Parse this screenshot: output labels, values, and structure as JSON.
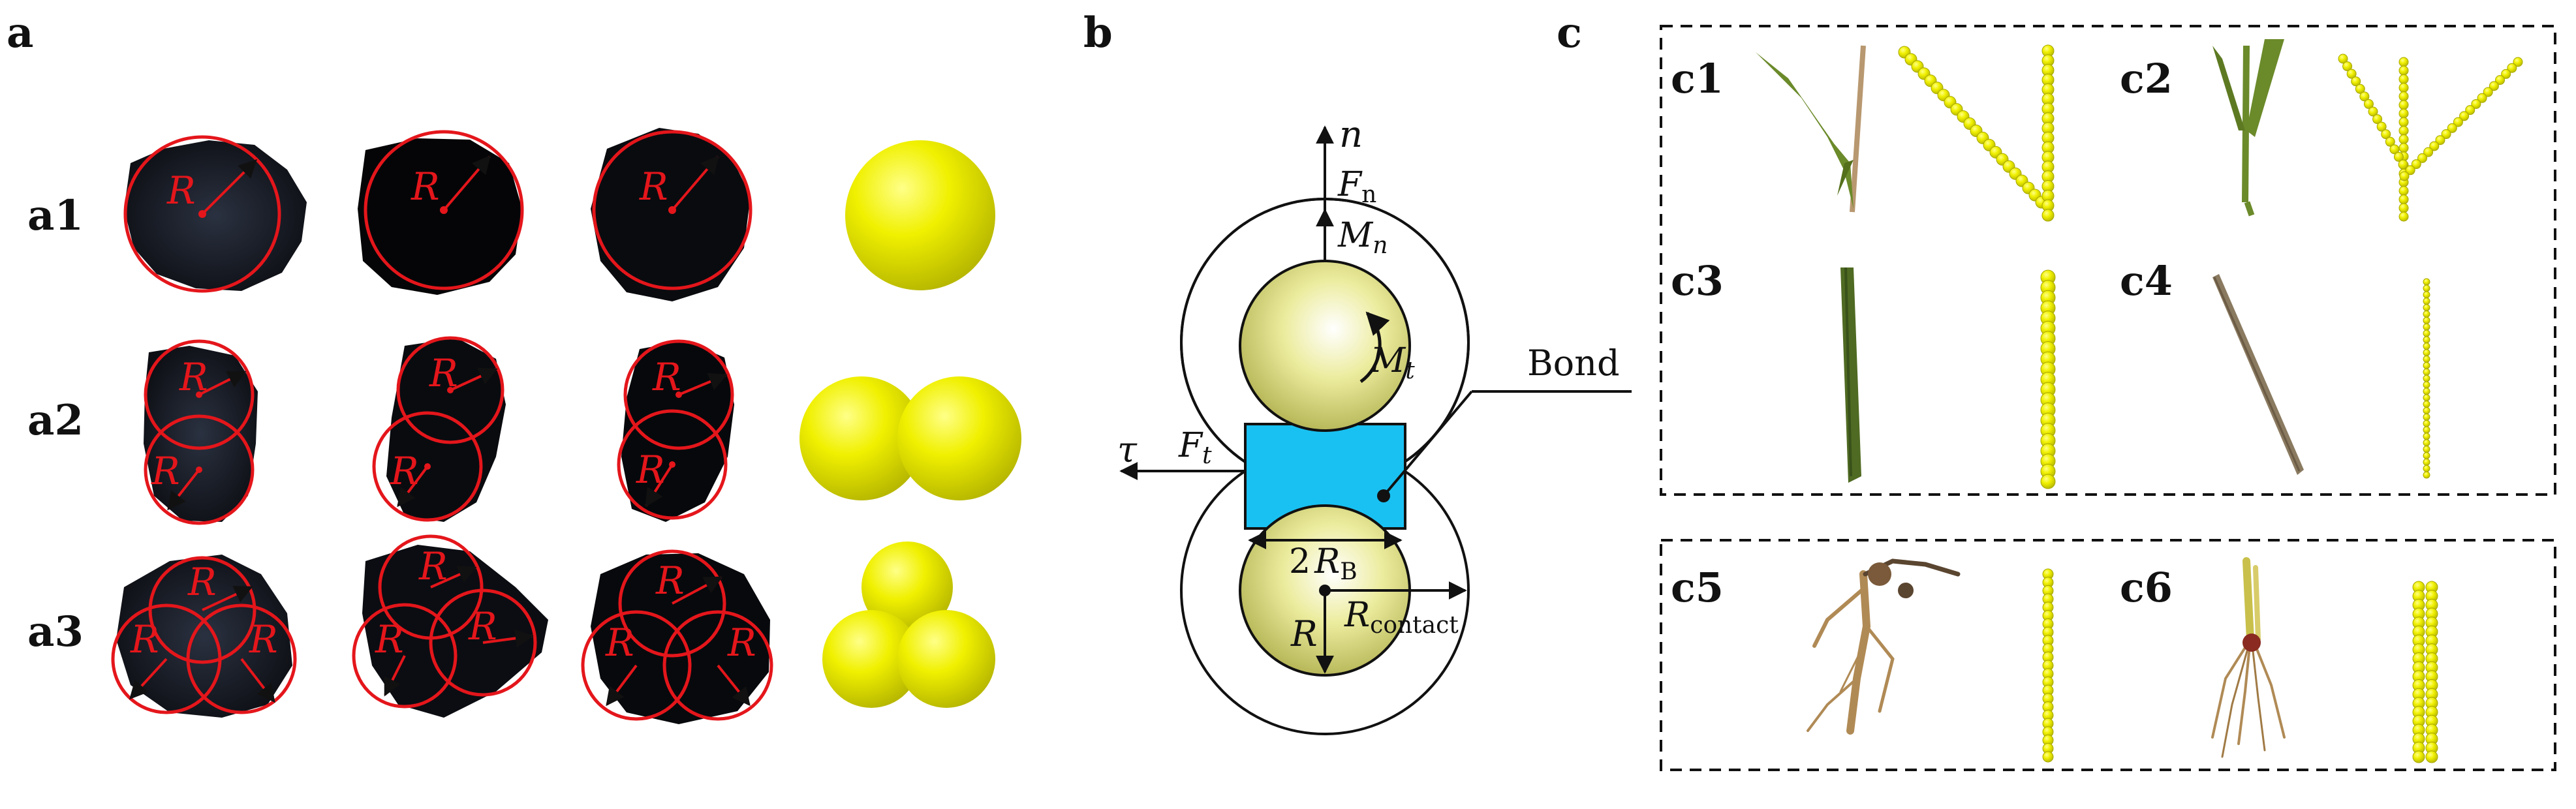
{
  "panels": {
    "a": {
      "letter": "a",
      "rows": [
        "a1",
        "a2",
        "a3"
      ],
      "radius_label": "R"
    },
    "b": {
      "letter": "b",
      "labels": {
        "n": "n",
        "Fn": "F",
        "Fn_sub": "n",
        "Mn": "M",
        "Mn_sub": "n",
        "Mt": "M",
        "Mt_sub": "t",
        "tau": "τ",
        "Ft": "F",
        "Ft_sub": "t",
        "bond": "Bond",
        "two": "2",
        "RB": "R",
        "RB_sub": "B",
        "R": "R",
        "Rcontact": "R",
        "Rcontact_sub": "contact"
      }
    },
    "c": {
      "letter": "c",
      "items": [
        "c1",
        "c2",
        "c3",
        "c4",
        "c5",
        "c6"
      ]
    }
  },
  "colors": {
    "particle": "#e6e600",
    "bond": "#19c1f2",
    "outline": "#e4161b",
    "sphere_pale": "#dcdc8c",
    "leaf": "#6b8a2a"
  }
}
